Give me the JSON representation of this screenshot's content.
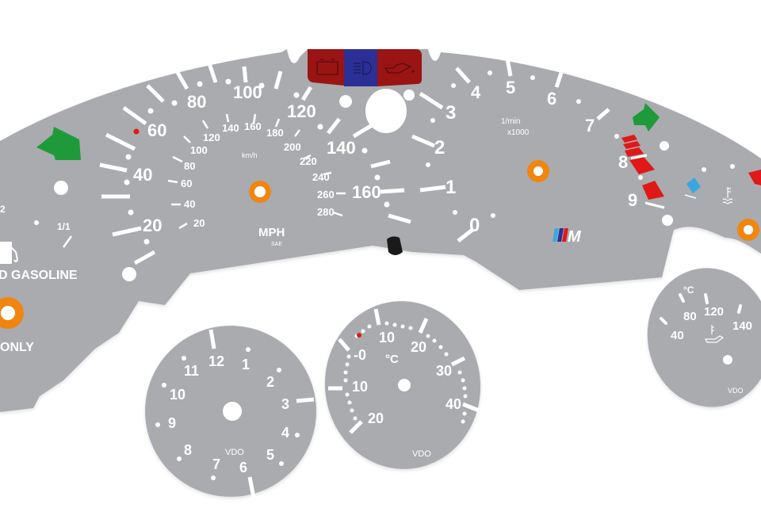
{
  "colors": {
    "dial_grey": "#a9abae",
    "marking_white": "#ffffff",
    "ring_orange": "#f0860f",
    "arrow_green": "#1e9a3a",
    "warning_red": "#9a1414",
    "warning_blue": "#2c2f96",
    "redline_red": "#e01818",
    "indicator_blue": "#3aa6e0",
    "m_stripes": [
      "#3aa6e0",
      "#2c2f96",
      "#e01818"
    ]
  },
  "main_cluster": {
    "warning_strip": {
      "icons": [
        "battery-icon",
        "headlight-icon",
        "oil-can-icon"
      ]
    },
    "speedometer": {
      "mph_labels": [
        "20",
        "40",
        "60",
        "80",
        "100",
        "120",
        "140",
        "160"
      ],
      "kmh_labels": [
        "20",
        "40",
        "60",
        "80",
        "100",
        "120",
        "140",
        "160",
        "180",
        "200",
        "220",
        "240",
        "260",
        "280"
      ],
      "kmh_unit": "km/h",
      "unit": "MPH",
      "standard": "SAE"
    },
    "tachometer": {
      "labels": [
        "0",
        "1",
        "2",
        "3",
        "4",
        "5",
        "6",
        "7",
        "8",
        "9"
      ],
      "unit_line1": "1/min",
      "unit_line2": "x1000",
      "logo": "M"
    },
    "fuel": {
      "full_label": "1/1",
      "half_label": "2",
      "note_line1": "D GASOLINE",
      "note_line2": "ONLY"
    }
  },
  "clock_dial": {
    "labels": [
      "12",
      "1",
      "2",
      "3",
      "4",
      "5",
      "6",
      "7",
      "8",
      "9",
      "10",
      "11"
    ],
    "brand": "VDO"
  },
  "outside_temp_dial": {
    "labels": [
      "20",
      "10",
      "-0",
      "10",
      "20",
      "30",
      "40"
    ],
    "unit": "°C",
    "brand": "VDO"
  },
  "oil_temp_dial": {
    "labels": [
      "40",
      "80",
      "120",
      "140"
    ],
    "unit": "°C",
    "brand": "VDO"
  }
}
